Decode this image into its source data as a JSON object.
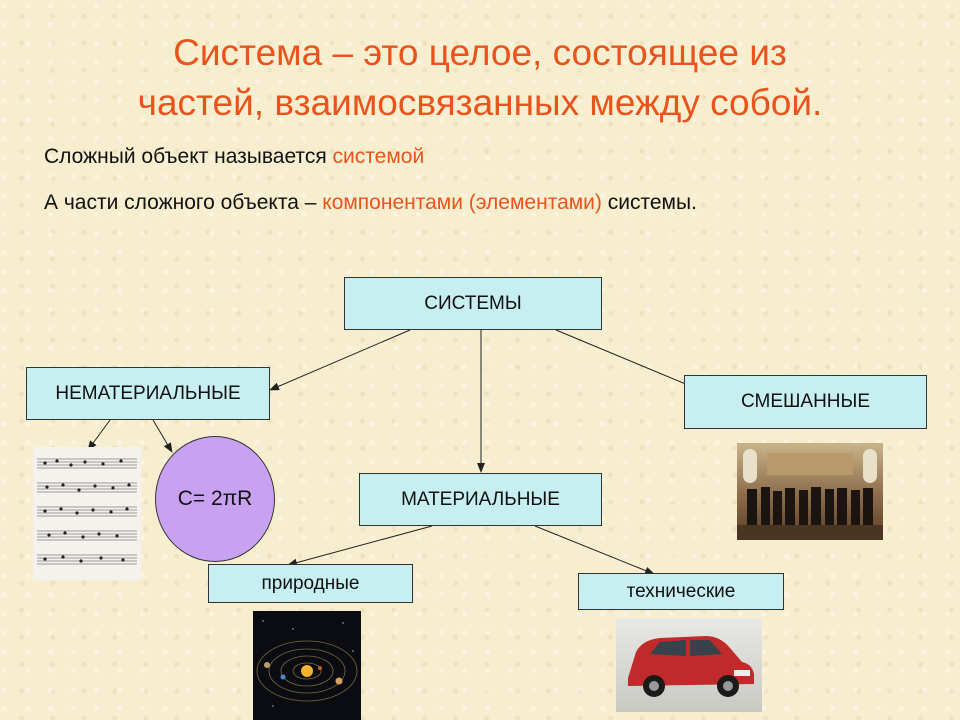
{
  "title": {
    "line1": "Система – это целое, состоящее из",
    "line2": "частей, взаимосвязанных  между собой."
  },
  "text1": {
    "prefix": "Сложный объект называется ",
    "highlight": "системой"
  },
  "text2": {
    "prefix": "А части сложного объекта – ",
    "highlight": "компонентами (элементами)",
    "suffix": " системы."
  },
  "diagram": {
    "root": "СИСТЕМЫ",
    "immaterial": "НЕМАТЕРИАЛЬНЫЕ",
    "material": "МАТЕРИАЛЬНЫЕ",
    "mixed": "СМЕШАННЫЕ",
    "natural": "природные",
    "technical": "технические",
    "formula": "C= 2πR"
  },
  "colors": {
    "accent": "#e8541c",
    "box": "#c7eef0",
    "circle": "#c8a2f0",
    "background": "#f7eed0"
  }
}
